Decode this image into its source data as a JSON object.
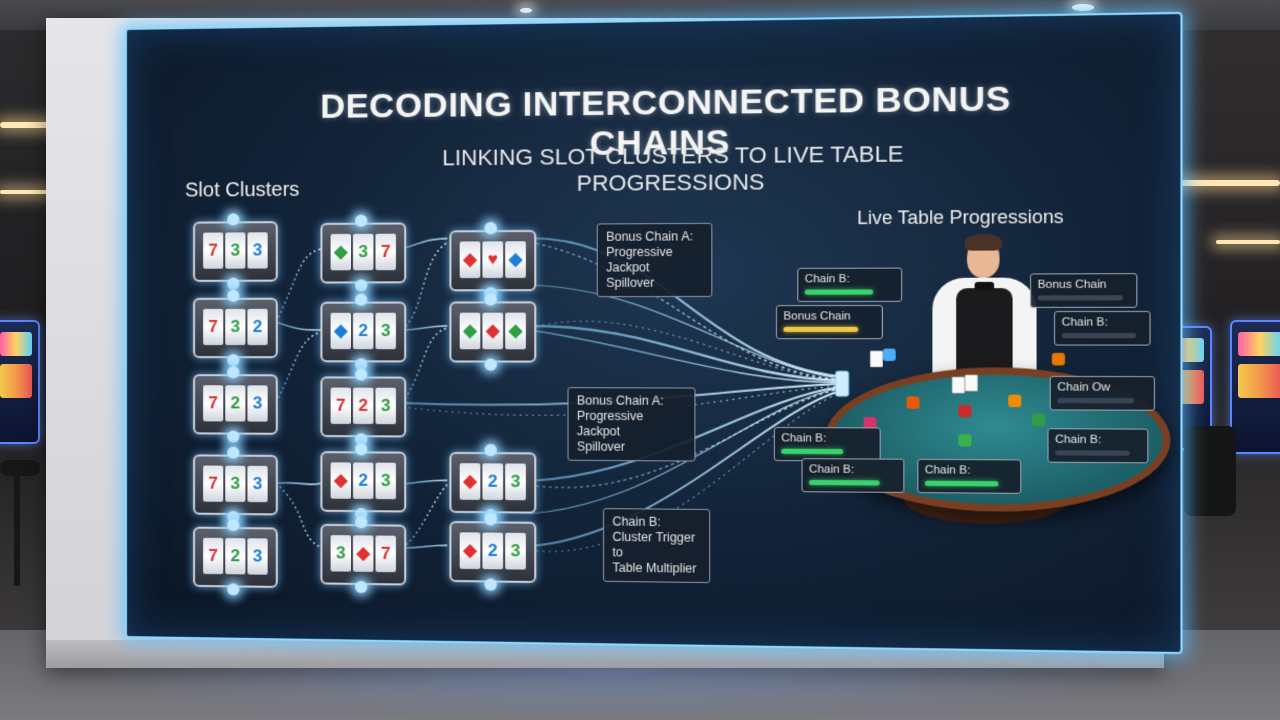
{
  "scene": {
    "title": "DECODING INTERCONNECTED BONUS CHAINS",
    "subtitle": "LINKING SLOT CLUSTERS TO LIVE TABLE PROGRESSIONS",
    "left_section": "Slot Clusters",
    "right_section": "Live Table Progressions"
  },
  "slot_reels": [
    [
      "7",
      "3",
      "3"
    ],
    [
      "7",
      "3",
      "2"
    ],
    [
      "7",
      "2",
      "3"
    ],
    [
      "7",
      "3",
      "3"
    ],
    [
      "7",
      "2",
      "3"
    ],
    [
      "◆",
      "3",
      "7"
    ],
    [
      "◆",
      "2",
      "3"
    ],
    [
      "7",
      "2",
      "3"
    ],
    [
      "◆",
      "2",
      "3"
    ],
    [
      "3",
      "◆",
      "7"
    ],
    [
      "◆",
      "♥",
      "◆"
    ],
    [
      "◆",
      "◆",
      "◆"
    ],
    [
      "◆",
      "2",
      "3"
    ],
    [
      "◆",
      "2",
      "3"
    ]
  ],
  "callouts": {
    "a1": {
      "line1": "Bonus Chain A:",
      "line2": "Progressive Jackpot",
      "line3": "Spillover"
    },
    "a2": {
      "line1": "Bonus Chain A:",
      "line2": "Progressive Jackpot",
      "line3": "Spillover"
    },
    "b": {
      "line1": "Chain B:",
      "line2": "Cluster Trigger to",
      "line3": "Table Multiplier"
    }
  },
  "status_labels": {
    "s1": "Chain B:",
    "s2": "Bonus Chain",
    "s3": "Bonus Chain",
    "s4": "Chain B:",
    "s5": "Chain Ow",
    "s6": "Chain B:",
    "s7": "Chain B:",
    "s8": "Chain B:",
    "s9": "Chain B:"
  },
  "colors": {
    "glow": "#8fd8ff",
    "bar_green": "#37d36b",
    "bar_yellow": "#f2c744",
    "felt": "#2f8b92"
  }
}
